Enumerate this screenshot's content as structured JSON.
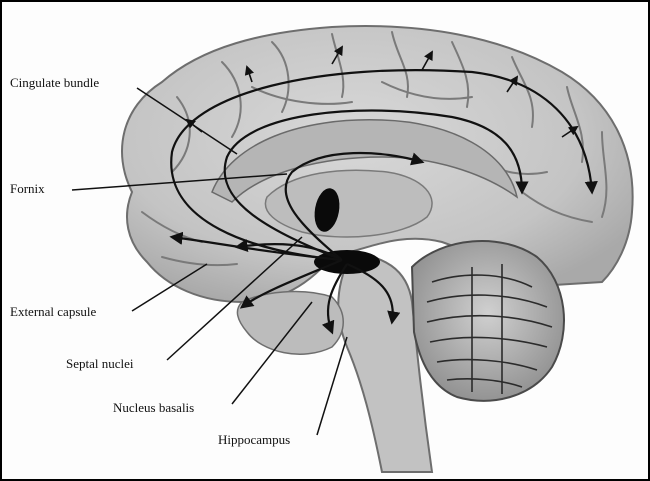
{
  "labels": {
    "cingulate_bundle": "Cingulate bundle",
    "fornix": "Fornix",
    "external_capsule": "External capsule",
    "septal_nuclei": "Septal nuclei",
    "nucleus_basalis": "Nucleus basalis",
    "hippocampus": "Hippocampus"
  },
  "colors": {
    "cortex": "#c9c9c9",
    "cortex_dark": "#8d8d8d",
    "ink": "#111111",
    "nucleus_fill": "#0a0a0a",
    "background": "#fdfdfd"
  }
}
